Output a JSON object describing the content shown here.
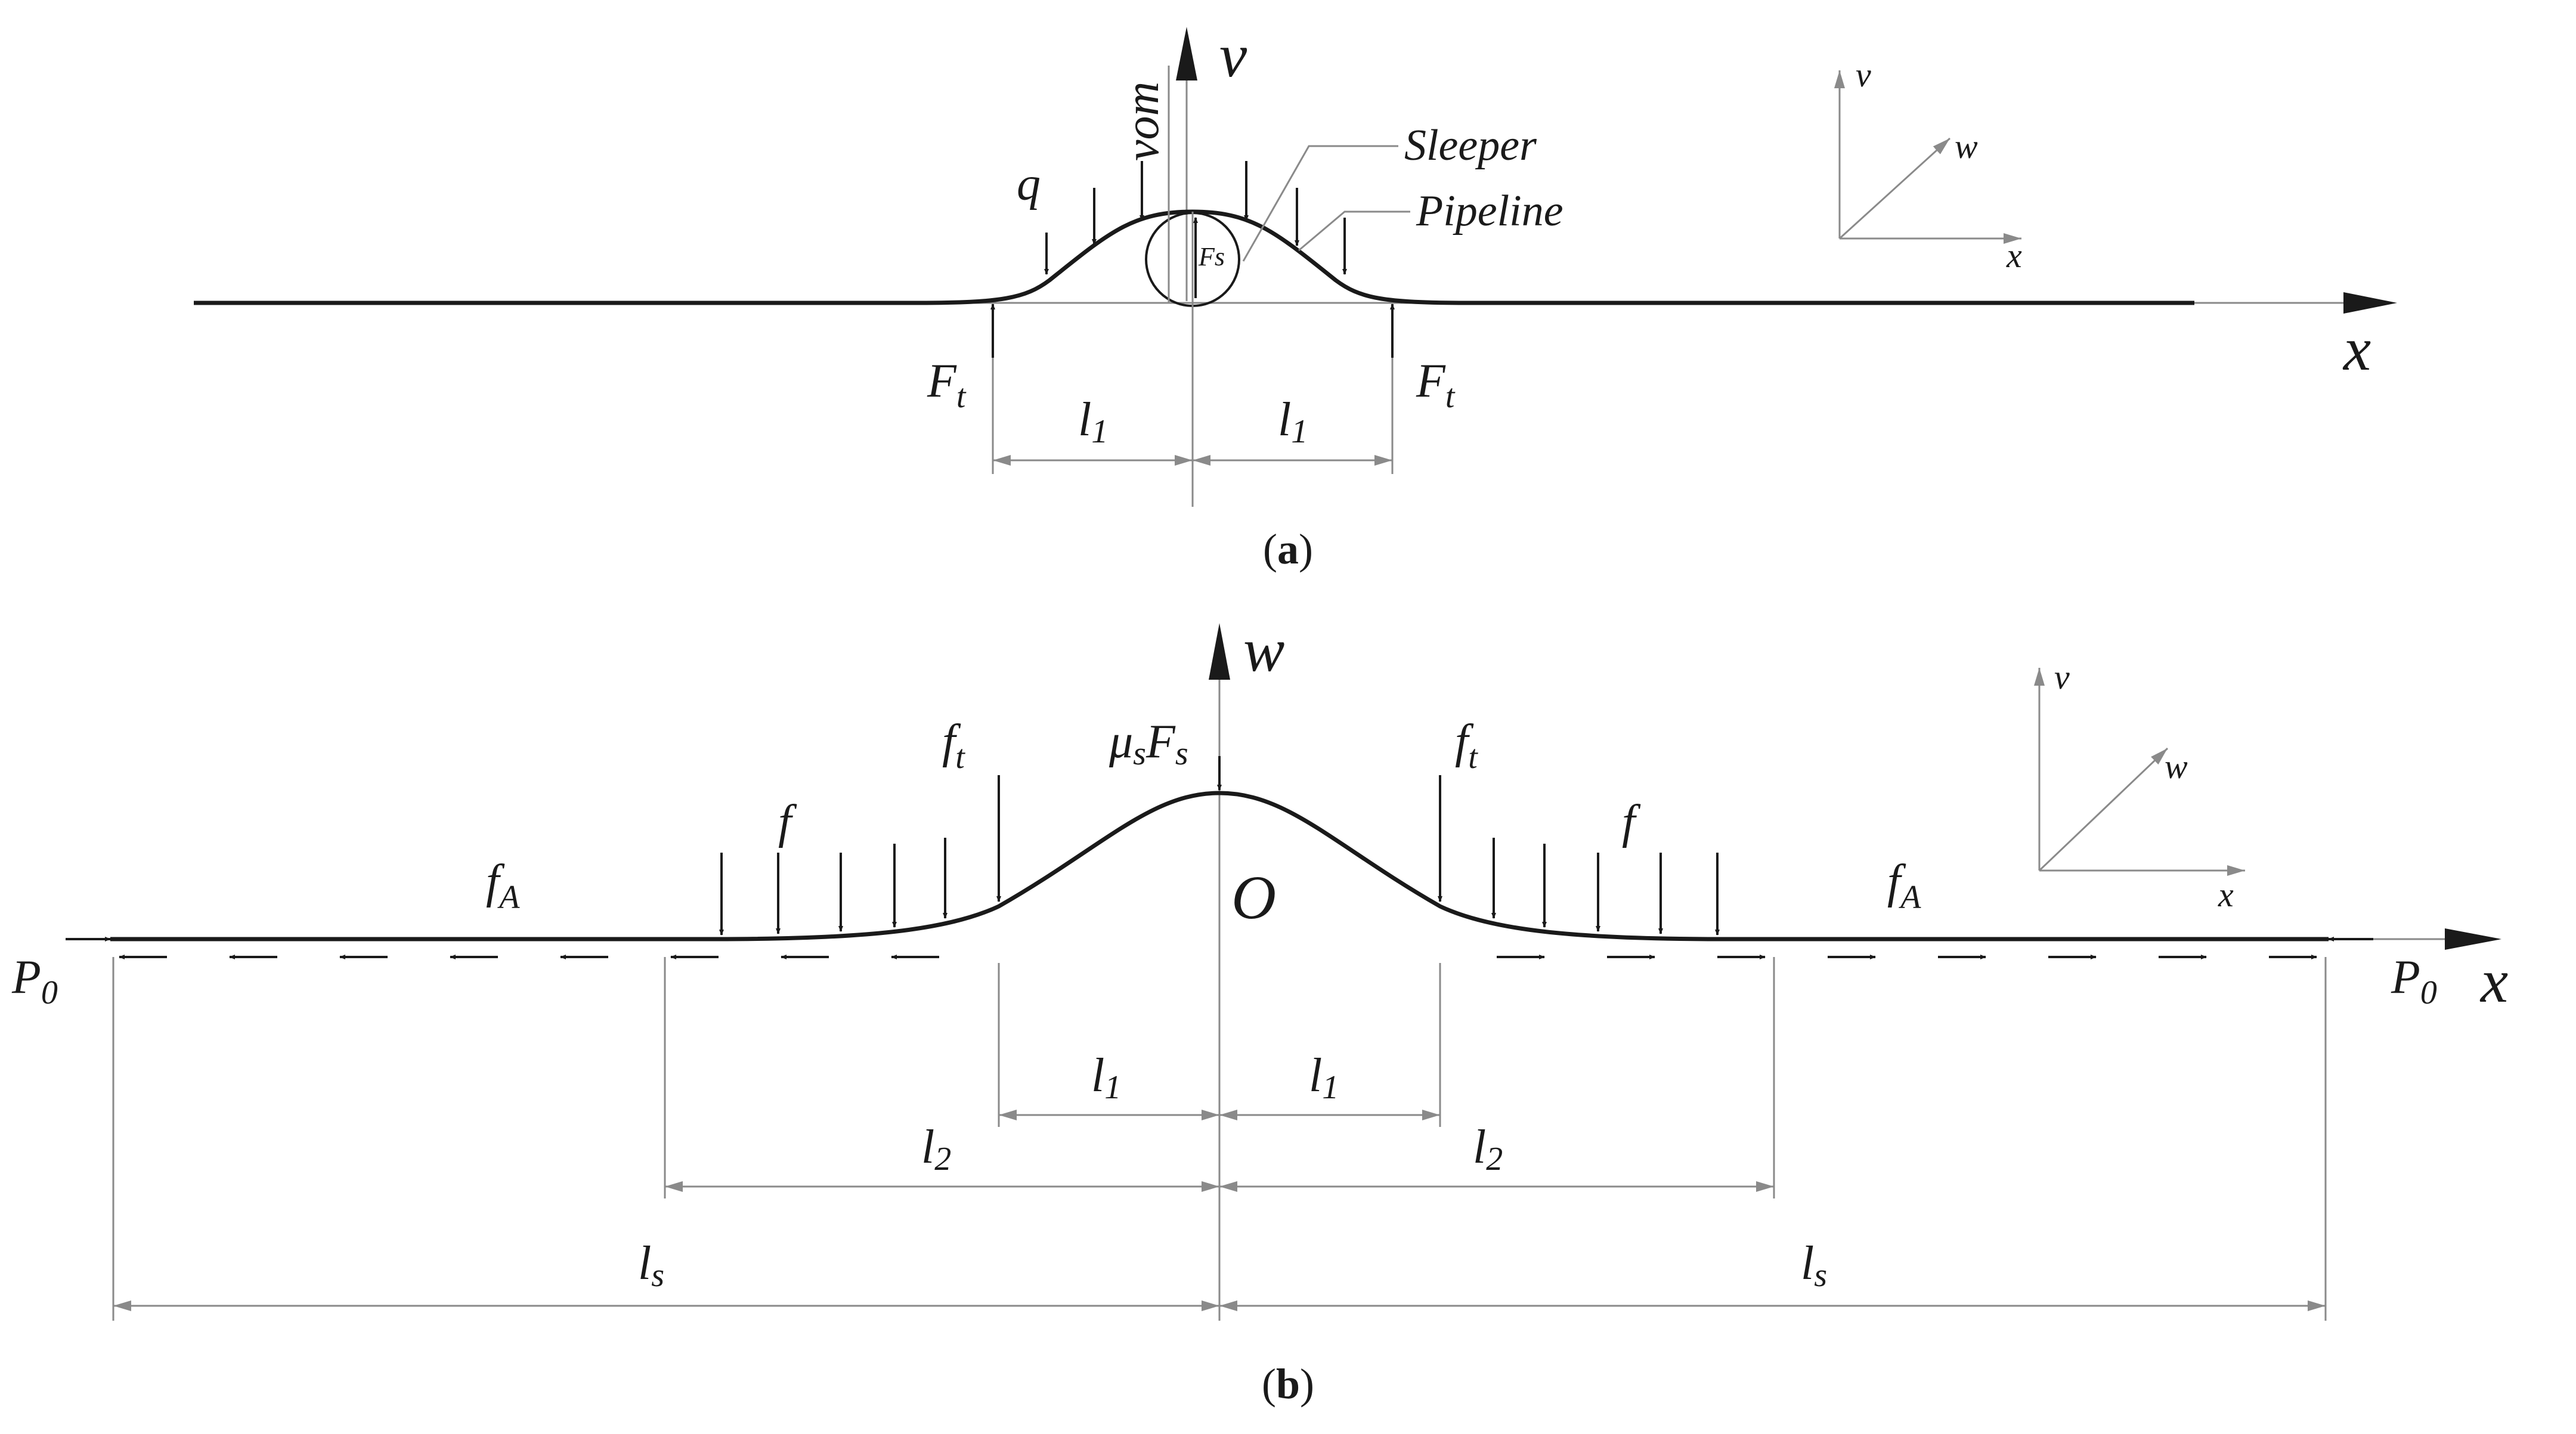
{
  "panel_a": {
    "caption_open": "(",
    "caption_letter": "a",
    "caption_close": ")",
    "label_v": "v",
    "label_x": "x",
    "label_q": "q",
    "label_vom": "vom",
    "label_Fs": "Fs",
    "label_Ft": "F",
    "label_Ft_sub": "t",
    "label_l1": "l",
    "label_l1_sub": "1",
    "callout_sleeper": "Sleeper",
    "callout_pipeline": "Pipeline",
    "triad": {
      "v": "v",
      "w": "w",
      "x": "x"
    }
  },
  "panel_b": {
    "caption_open": "(",
    "caption_letter": "b",
    "caption_close": ")",
    "label_w": "w",
    "label_x": "x",
    "label_O": "O",
    "label_f": "f",
    "label_fA": "f",
    "label_fA_sub": "A",
    "label_ft": "f",
    "label_ft_sub": "t",
    "label_mu": "μ",
    "label_mu_sub": "s",
    "label_F": "F",
    "label_F_sub": "s",
    "label_P": "P",
    "label_P_sub": "0",
    "label_l": "l",
    "label_l1_sub": "1",
    "label_l2_sub": "2",
    "label_ls_sub": "s",
    "triad": {
      "v": "v",
      "w": "w",
      "x": "x"
    }
  }
}
